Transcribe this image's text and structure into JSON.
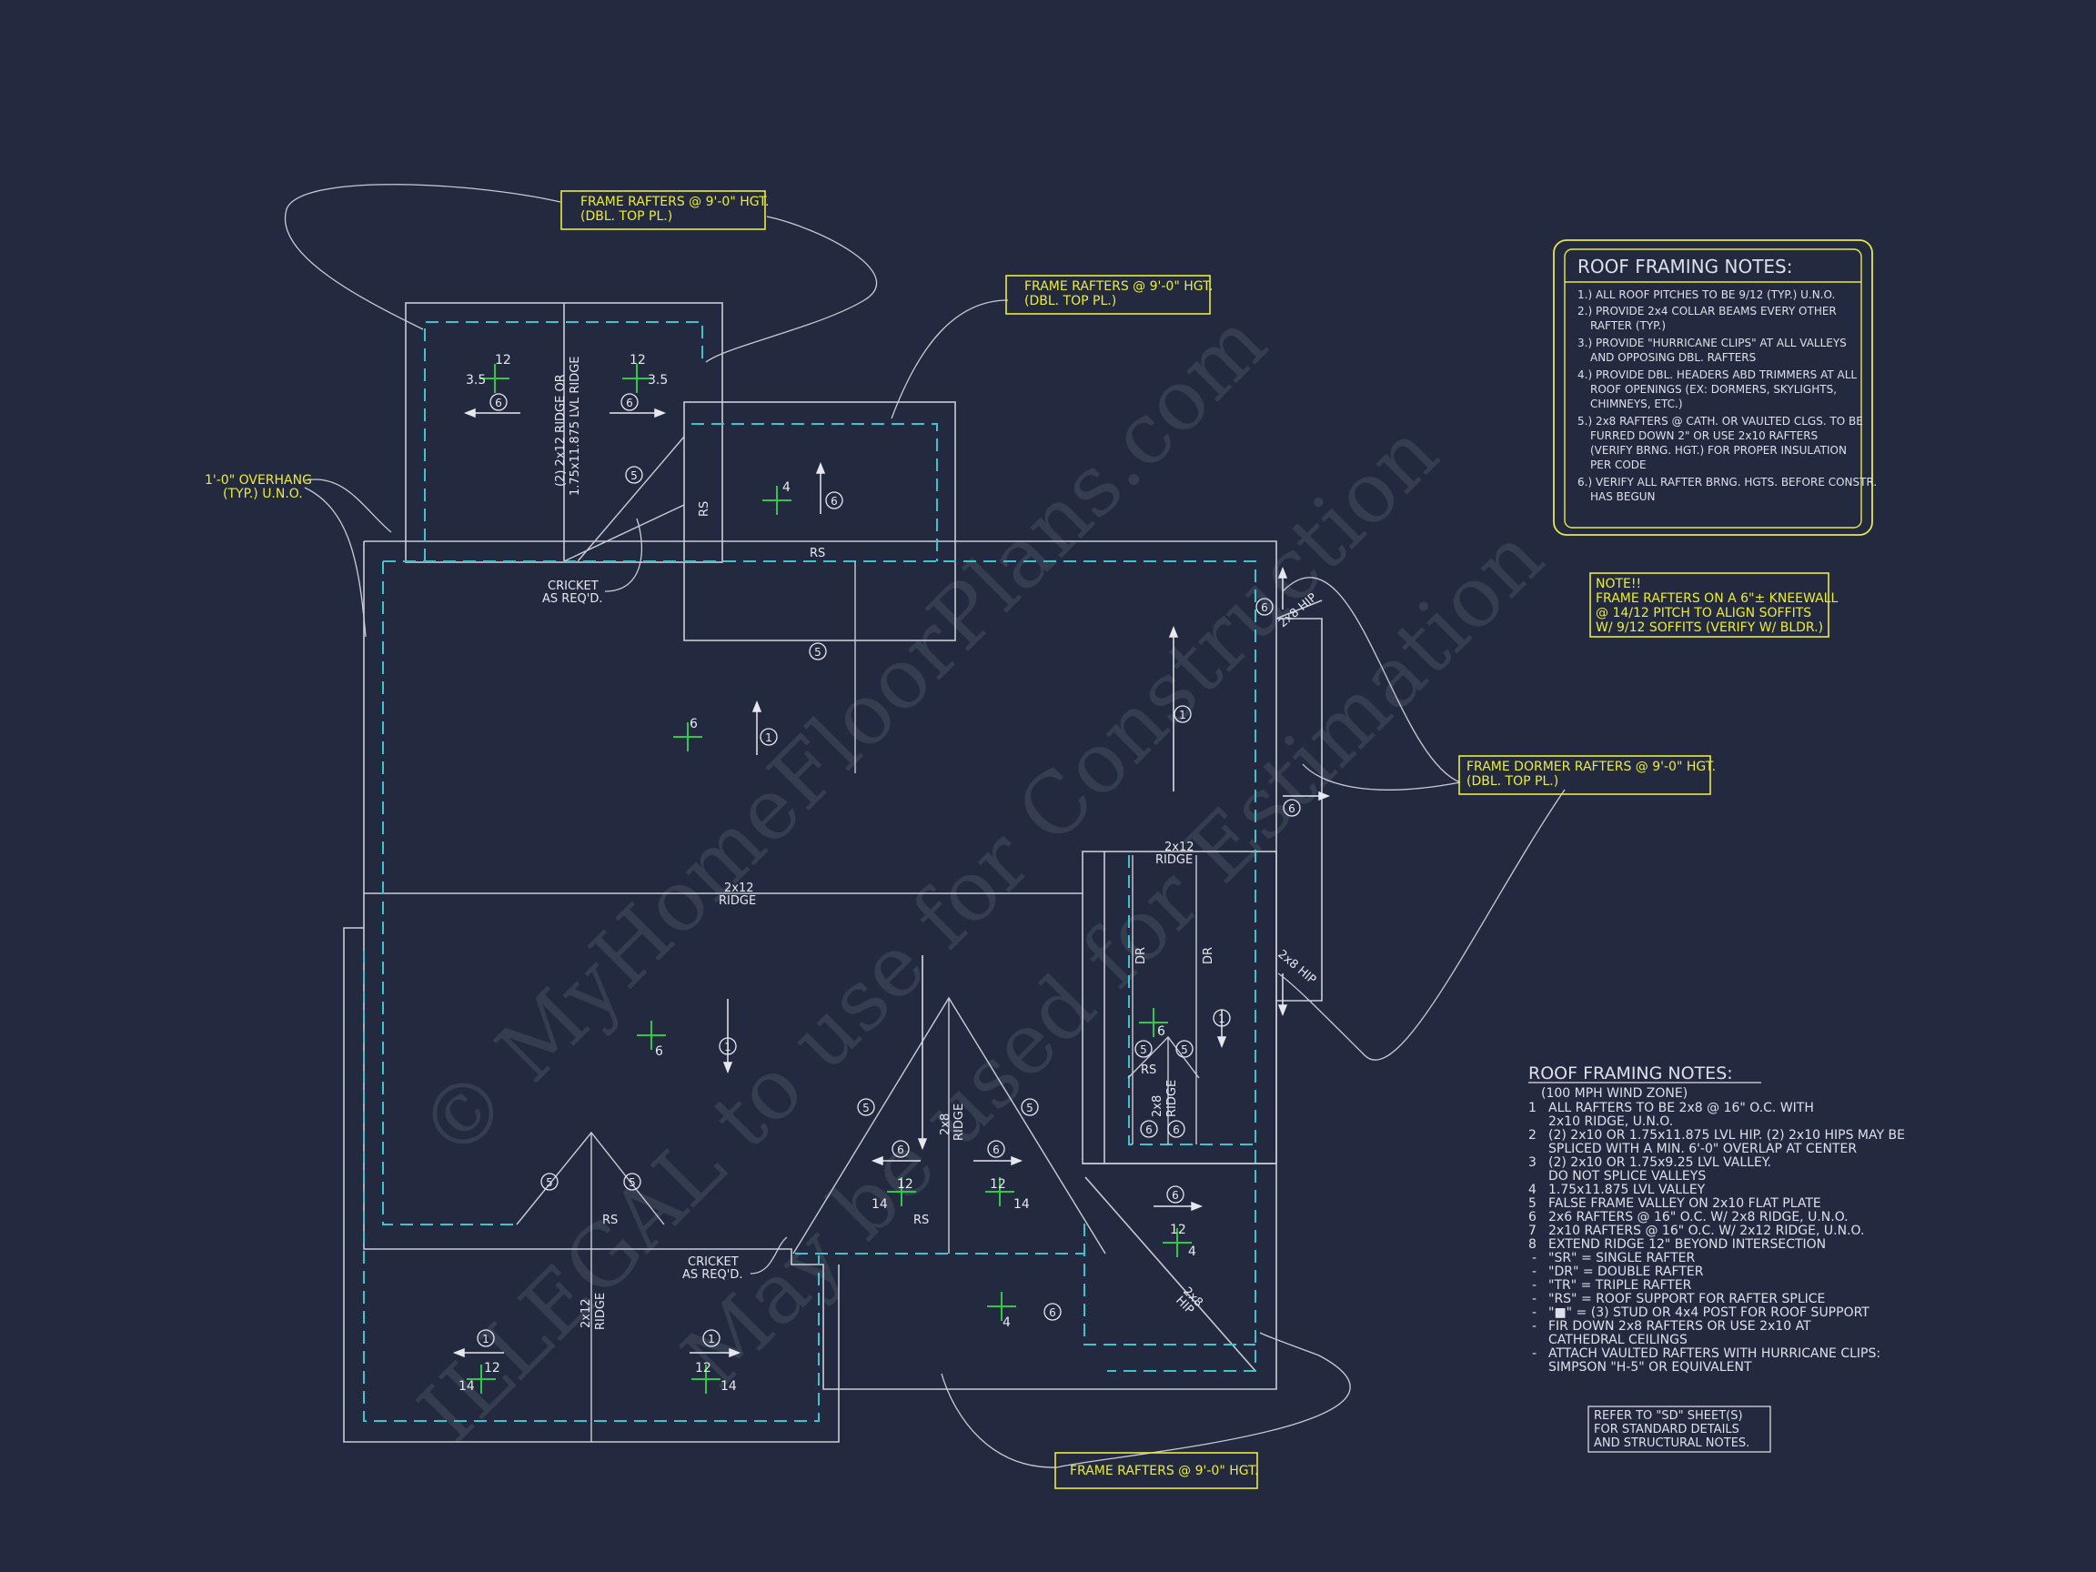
{
  "watermark": {
    "line1": "© MyHomeFloorPlans.com",
    "line2": "ILLEGAL to use for Construction",
    "line3": "May be used for Estimation"
  },
  "callouts": {
    "top_left": [
      "FRAME RAFTERS @ 9'-0\" HGT.",
      "(DBL. TOP PL.)"
    ],
    "top_right": [
      "FRAME RAFTERS @ 9'-0\" HGT.",
      "(DBL. TOP PL.)"
    ],
    "overhang": [
      "1'-0\" OVERHANG",
      "(TYP.) U.N.O."
    ],
    "dormer": [
      "FRAME DORMER RAFTERS @ 9'-0\" HGT.",
      "(DBL. TOP PL.)"
    ],
    "bottom": [
      "FRAME RAFTERS @ 9'-0\" HGT."
    ],
    "kneewall_note": [
      "NOTE!!",
      "FRAME RAFTERS ON A 6\"± KNEEWALL",
      "@ 14/12 PITCH TO ALIGN SOFFITS",
      "W/ 9/12 SOFFITS (VERIFY W/ BLDR.)"
    ]
  },
  "plan_labels": {
    "ridge_left": [
      "(2) 2x12 RIDGE OR",
      "1.75x11.875 LVL RIDGE"
    ],
    "cricket_1": [
      "CRICKET",
      "AS REQ'D."
    ],
    "cricket_2": [
      "CRICKET",
      "AS REQ'D."
    ],
    "ridge_main": [
      "2x12",
      "RIDGE"
    ],
    "ridge_right": [
      "2x12",
      "RIDGE"
    ],
    "ridge_gable_left": [
      "2x12",
      "RIDGE"
    ],
    "ridge_gable_mid": [
      "2x8",
      "RIDGE"
    ],
    "ridge_dormer_small": [
      "2x8",
      "RIDGE"
    ],
    "hip_top": "2x8 HIP",
    "hip_mid": "2x8 HIP",
    "hip_bottom": [
      "2x8",
      "HIP"
    ],
    "rs": "RS",
    "dr": "DR",
    "pitch_values": [
      "12",
      "3.5",
      "4",
      "6",
      "14"
    ],
    "circle_marks": [
      "1",
      "5",
      "6"
    ]
  },
  "notes_box": {
    "title": "ROOF FRAMING NOTES:",
    "items": [
      "1.) ALL ROOF PITCHES TO BE 9/12 (TYP.) U.N.O.",
      "2.) PROVIDE 2x4 COLLAR BEAMS EVERY OTHER",
      "RAFTER (TYP.)",
      "3.) PROVIDE \"HURRICANE CLIPS\" AT ALL VALLEYS",
      "AND OPPOSING DBL. RAFTERS",
      "4.) PROVIDE DBL. HEADERS ABD TRIMMERS AT ALL",
      "ROOF OPENINGS (EX: DORMERS, SKYLIGHTS,",
      "CHIMNEYS, ETC.)",
      "5.) 2x8 RAFTERS @ CATH. OR VAULTED CLGS. TO BE",
      "FURRED DOWN 2\" OR USE 2x10 RAFTERS",
      "(VERIFY BRNG. HGT.) FOR PROPER INSULATION",
      "PER CODE",
      "6.) VERIFY ALL RAFTER BRNG. HGTS. BEFORE CONSTR.",
      "HAS BEGUN"
    ]
  },
  "legend": {
    "title": "ROOF FRAMING NOTES:",
    "subtitle": "(100 MPH WIND ZONE)",
    "items": [
      {
        "mark": "1",
        "text": [
          "ALL RAFTERS TO BE 2x8 @ 16\" O.C. WITH",
          "2x10 RIDGE, U.N.O."
        ]
      },
      {
        "mark": "2",
        "text": [
          "(2) 2x10 OR 1.75x11.875 LVL HIP. (2) 2x10 HIPS MAY BE",
          "SPLICED WITH A MIN. 6'-0\" OVERLAP AT CENTER"
        ]
      },
      {
        "mark": "3",
        "text": [
          "(2) 2x10 OR 1.75x9.25 LVL VALLEY.",
          "DO NOT SPLICE VALLEYS"
        ]
      },
      {
        "mark": "4",
        "text": [
          "1.75x11.875 LVL VALLEY"
        ]
      },
      {
        "mark": "5",
        "text": [
          "FALSE FRAME VALLEY ON 2x10 FLAT PLATE"
        ]
      },
      {
        "mark": "6",
        "text": [
          "2x6 RAFTERS @ 16\" O.C. W/ 2x8 RIDGE, U.N.O."
        ]
      },
      {
        "mark": "7",
        "text": [
          "2x10 RAFTERS @ 16\" O.C. W/ 2x12 RIDGE, U.N.O."
        ]
      },
      {
        "mark": "8",
        "text": [
          "EXTEND RIDGE 12\" BEYOND INTERSECTION"
        ]
      },
      {
        "mark": "-",
        "text": [
          "\"SR\" = SINGLE RAFTER"
        ]
      },
      {
        "mark": "-",
        "text": [
          "\"DR\" = DOUBLE RAFTER"
        ]
      },
      {
        "mark": "-",
        "text": [
          "\"TR\" = TRIPLE RAFTER"
        ]
      },
      {
        "mark": "-",
        "text": [
          "\"RS\" = ROOF SUPPORT FOR RAFTER SPLICE"
        ]
      },
      {
        "mark": "-",
        "text": [
          "\"■\" = (3) STUD OR 4x4 POST FOR ROOF SUPPORT"
        ]
      },
      {
        "mark": "-",
        "text": [
          "FIR DOWN 2x8 RAFTERS OR USE 2x10 AT",
          "CATHEDRAL CEILINGS"
        ]
      },
      {
        "mark": "-",
        "text": [
          "ATTACH VAULTED RAFTERS WITH HURRICANE CLIPS:",
          "SIMPSON \"H-5\" OR EQUIVALENT"
        ]
      }
    ]
  },
  "refer_box": [
    "REFER TO \"SD\" SHEET(S)",
    "FOR STANDARD DETAILS",
    "AND STRUCTURAL NOTES."
  ],
  "colors": {
    "background": "#232a3f",
    "line": "#c9ccd6",
    "dashed": "#3fc3cf",
    "callout": "#ecec3a",
    "pitch": "#2ec94a",
    "notes_border": "#e8e84a"
  }
}
